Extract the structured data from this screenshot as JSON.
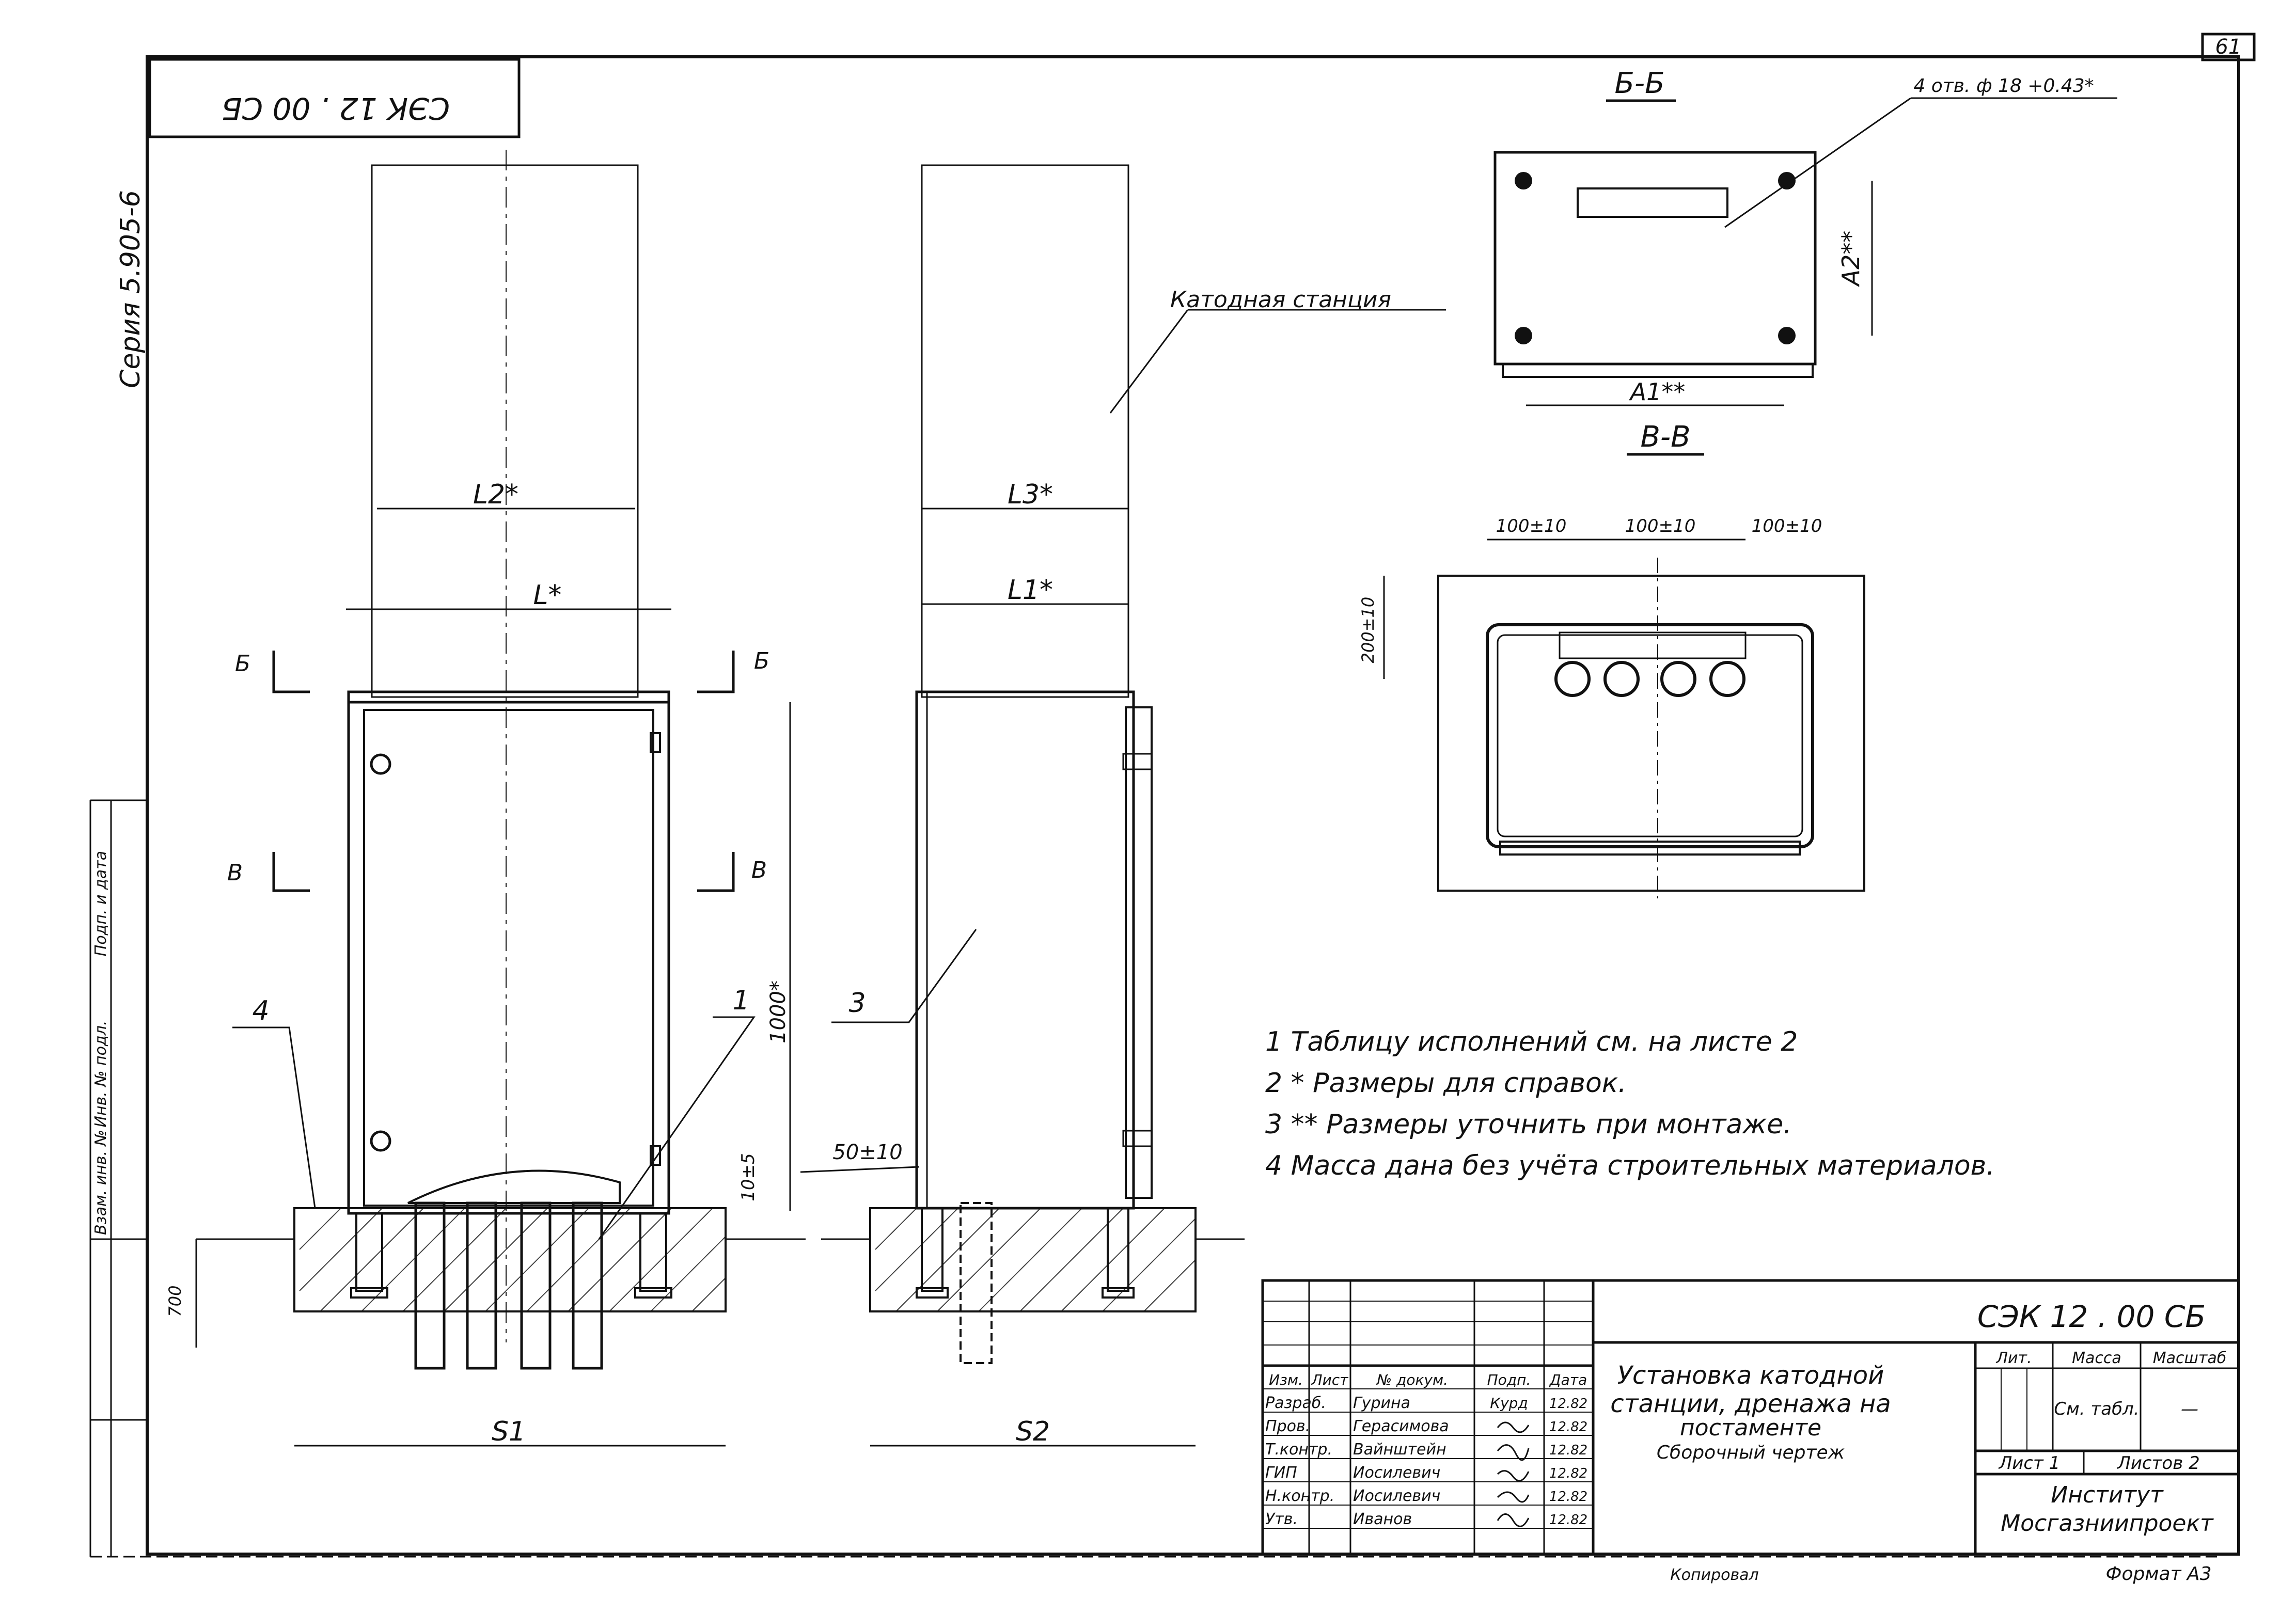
{
  "sheet": {
    "number": "61",
    "series": "Серия 5.905-6",
    "stamp_code_rotated": "СЭК 12 . 00 СБ",
    "format": "Формат А3",
    "copied_by": "Копировал"
  },
  "labels": {
    "station": "Катодная станция",
    "section_bb": "Б-Б",
    "section_vv": "В-В",
    "holes": "4 отв. ф 18 +0.43*",
    "a1": "A1**",
    "a2": "A2**",
    "l2": "L2*",
    "l3": "L3*",
    "l": "L*",
    "l1": "L1*",
    "s1": "S1",
    "s2": "S2",
    "h1000": "1000*",
    "h10": "10±5",
    "d50": "50±10",
    "d200": "200±10",
    "d100a": "100±10",
    "d100b": "100±10",
    "d100c": "100±10",
    "depth": "700",
    "cut_b": "Б",
    "cut_v": "В",
    "callout_1": "1",
    "callout_3": "3",
    "callout_4": "4"
  },
  "notes": [
    "1  Таблицу исполнений см. на листе 2",
    "2  * Размеры для справок.",
    "3  ** Размеры уточнить при монтаже.",
    "4  Масса дана без учёта строительных материалов."
  ],
  "side_stamp": {
    "col1": "Взам. инв. №",
    "col2": "Инв. № подл.",
    "col3": "Подп. и дата"
  },
  "title_block": {
    "code": "СЭК 12 . 00 СБ",
    "title_line1": "Установка катодной",
    "title_line2": "станции, дренажа на",
    "title_line3": "постаменте",
    "title_line4": "Сборочный чертеж",
    "header": [
      "Изм.",
      "Лист",
      "№ докум.",
      "Подп.",
      "Дата"
    ],
    "rows": [
      {
        "role": "Разраб.",
        "name": "Гурина",
        "sign": "Курд",
        "date": "12.82"
      },
      {
        "role": "Пров.",
        "name": "Герасимова",
        "sign": "",
        "date": "12.82"
      },
      {
        "role": "Т.контр.",
        "name": "Вайнштейн",
        "sign": "",
        "date": "12.82"
      },
      {
        "role": "ГИП",
        "name": "Иосилевич",
        "sign": "",
        "date": "12.82"
      },
      {
        "role": "Н.контр.",
        "name": "Иосилевич",
        "sign": "",
        "date": "12.82"
      },
      {
        "role": "Утв.",
        "name": "Иванов",
        "sign": "",
        "date": "12.82"
      }
    ],
    "lit": "Лит.",
    "mass": "Масса",
    "scale": "Масштаб",
    "mass_value": "См. табл.",
    "scale_value": "—",
    "sheet_label": "Лист 1",
    "sheets_label": "Листов 2",
    "org_line1": "Институт",
    "org_line2": "Мосгазниипроект"
  }
}
